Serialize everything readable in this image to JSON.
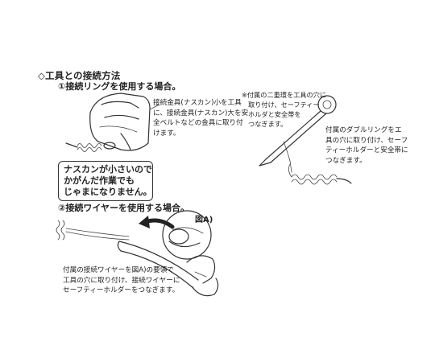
{
  "section": {
    "title": "◇工具との接続方法"
  },
  "step1": {
    "heading": "①接続リングを使用する場合。",
    "desc_lines": [
      "接続金具(ナスカン)小を工具",
      "に、接続金具(ナスカン)大を安",
      "全ベルトなどの金具に取り付",
      "けます。"
    ],
    "callout_lines": [
      "ナスカンが小さいので",
      "かがんだ作業でも",
      "じゃまになりません。"
    ]
  },
  "note": {
    "lines": [
      "※付属の二重環を工具の穴に",
      "取り付け、セーフティー",
      "ホルダと安全帯を",
      "つなぎます。"
    ]
  },
  "double_ring": {
    "lines": [
      "付属のダブルリングをエ",
      "具の穴に取り付け、セーフ",
      "ティーホルダーと安全帯に",
      "つなぎます。"
    ]
  },
  "step2": {
    "heading": "②接続ワイヤーを使用する場合。",
    "figure_label": "図A)",
    "desc_lines": [
      "付属の接続ワイヤーを図A)の要領で",
      "工具の穴に取り付け、接続ワイヤーに",
      "セーフティーホルダーをつなぎます。"
    ]
  }
}
